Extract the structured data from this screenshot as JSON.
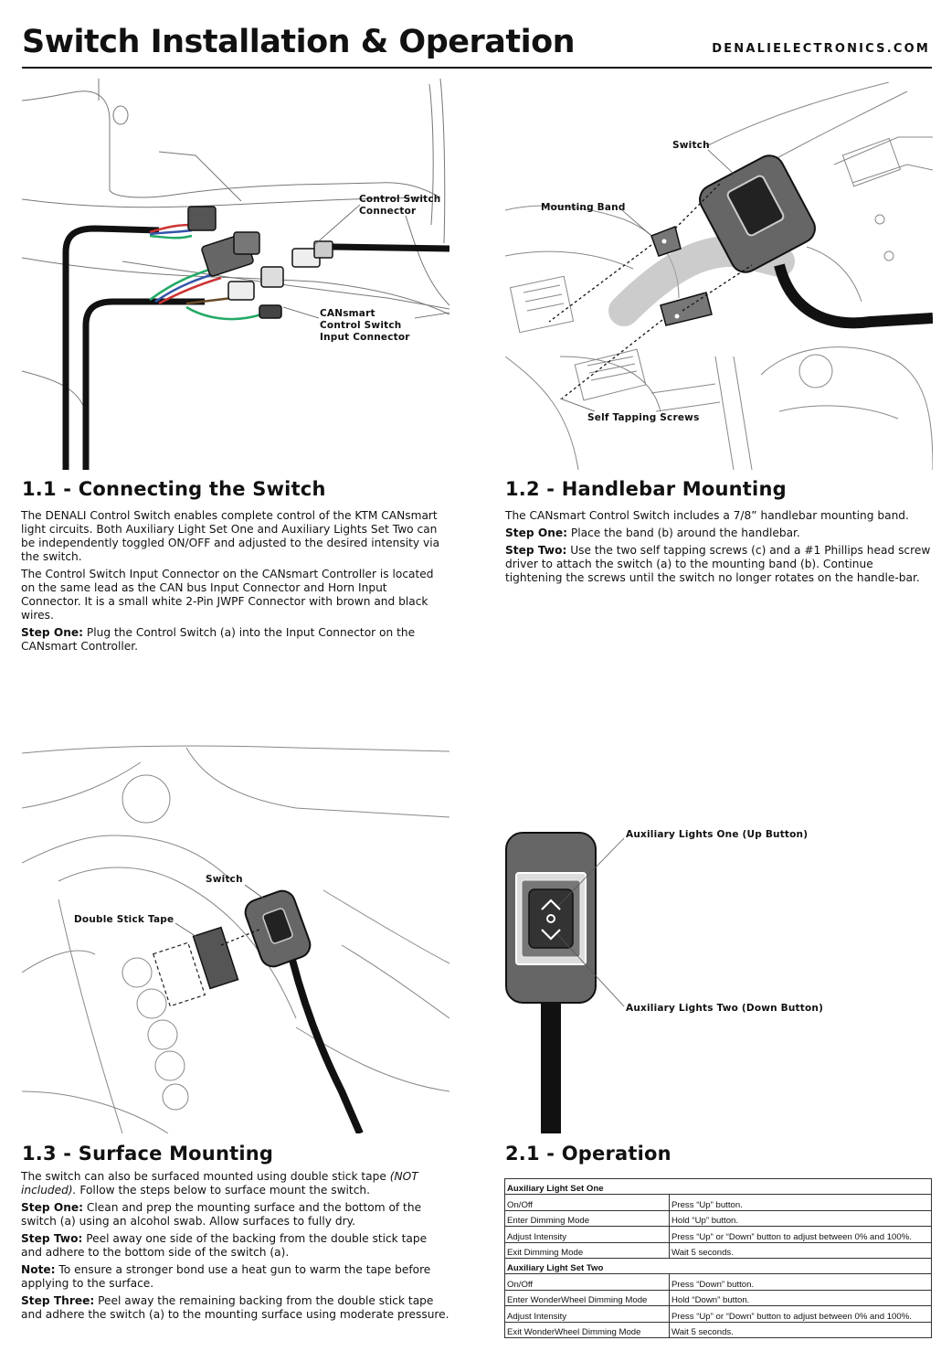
{
  "header": {
    "title": "Switch Installation & Operation",
    "url": "DENALIELECTRONICS.COM"
  },
  "figures": {
    "connecting": {
      "callout_control_switch_connector": "Control Switch\nConnector",
      "callout_cansmart_input_connector": "CANsmart\nControl Switch\nInput Connector"
    },
    "handlebar": {
      "callout_switch": "Switch",
      "callout_mounting_band": "Mounting Band",
      "callout_self_tapping_screws": "Self Tapping Screws"
    },
    "surface": {
      "callout_switch": "Switch",
      "callout_double_stick_tape": "Double Stick Tape"
    },
    "operation": {
      "callout_up": "Auxiliary Lights One (Up Button)",
      "callout_down": "Auxiliary Lights Two (Down Button)"
    }
  },
  "sections": {
    "s11": {
      "title": "1.1 - Connecting the Switch",
      "p1": "The DENALI Control Switch enables complete control of the KTM CANsmart light circuits. Both Auxiliary Light Set One and Auxiliary Lights Set Two can be independently toggled ON/OFF and adjusted to the desired intensity via the switch.",
      "p2": "The Control Switch Input Connector on the CANsmart Controller is located on the same lead as the CAN bus Input Connector and Horn Input Connector. It is a small white 2-Pin JWPF Connector with brown and black wires.",
      "step_one_label": "Step One:",
      "step_one_text": " Plug the Control Switch (a) into the Input Connector on the CANsmart Controller."
    },
    "s12": {
      "title": "1.2 - Handlebar Mounting",
      "p1": "The CANsmart Control Switch includes a 7/8” handlebar mounting band.",
      "step_one_label": "Step One:",
      "step_one_text": " Place the band (b) around the handlebar.",
      "step_two_label": "Step Two:",
      "step_two_text": " Use the two self tapping screws (c) and a #1 Phillips head screw driver to attach the switch (a) to the mounting band (b). Continue tightening the screws until the switch no longer rotates on the handle-bar."
    },
    "s13": {
      "title": "1.3 - Surface Mounting",
      "p1_a": "The switch can also be surfaced mounted using double stick tape ",
      "p1_italic": "(NOT included).",
      "p1_b": " Follow the steps below to surface mount the switch.",
      "step_one_label": "Step One:",
      "step_one_text": " Clean and prep the mounting surface and the bottom of the switch (a) using an alcohol swab. Allow surfaces to fully dry.",
      "step_two_label": "Step Two:",
      "step_two_text": " Peel away one side of the backing from the double stick tape and adhere to the bottom side of the switch (a).",
      "note_label": "Note:",
      "note_text": " To ensure a stronger bond use a heat gun to warm the tape before applying to the surface.",
      "step_three_label": "Step Three:",
      "step_three_text": " Peel away the remaining backing from the double stick tape and adhere the switch (a) to the mounting surface using moderate pressure."
    },
    "s21": {
      "title": "2.1 - Operation"
    }
  },
  "operation_table": {
    "group1": "Auxiliary Light Set One",
    "rows1": [
      {
        "action": "On/Off",
        "instruction": "Press “Up” button."
      },
      {
        "action": "Enter Dimming Mode",
        "instruction": "Hold “Up” button."
      },
      {
        "action": "Adjust Intensity",
        "instruction": "Press “Up” or “Down” button to adjust between 0% and 100%."
      },
      {
        "action": "Exit Dimming Mode",
        "instruction": "Wait 5 seconds."
      }
    ],
    "group2": "Auxiliary Light Set Two",
    "rows2": [
      {
        "action": "On/Off",
        "instruction": "Press “Down” button."
      },
      {
        "action": "Enter WonderWheel Dimming Mode",
        "instruction": "Hold “Down” button."
      },
      {
        "action": "Adjust Intensity",
        "instruction": "Press “Up” or “Down” button to adjust between 0% and 100%."
      },
      {
        "action": "Exit WonderWheel Dimming Mode",
        "instruction": "Wait 5 seconds."
      }
    ]
  }
}
